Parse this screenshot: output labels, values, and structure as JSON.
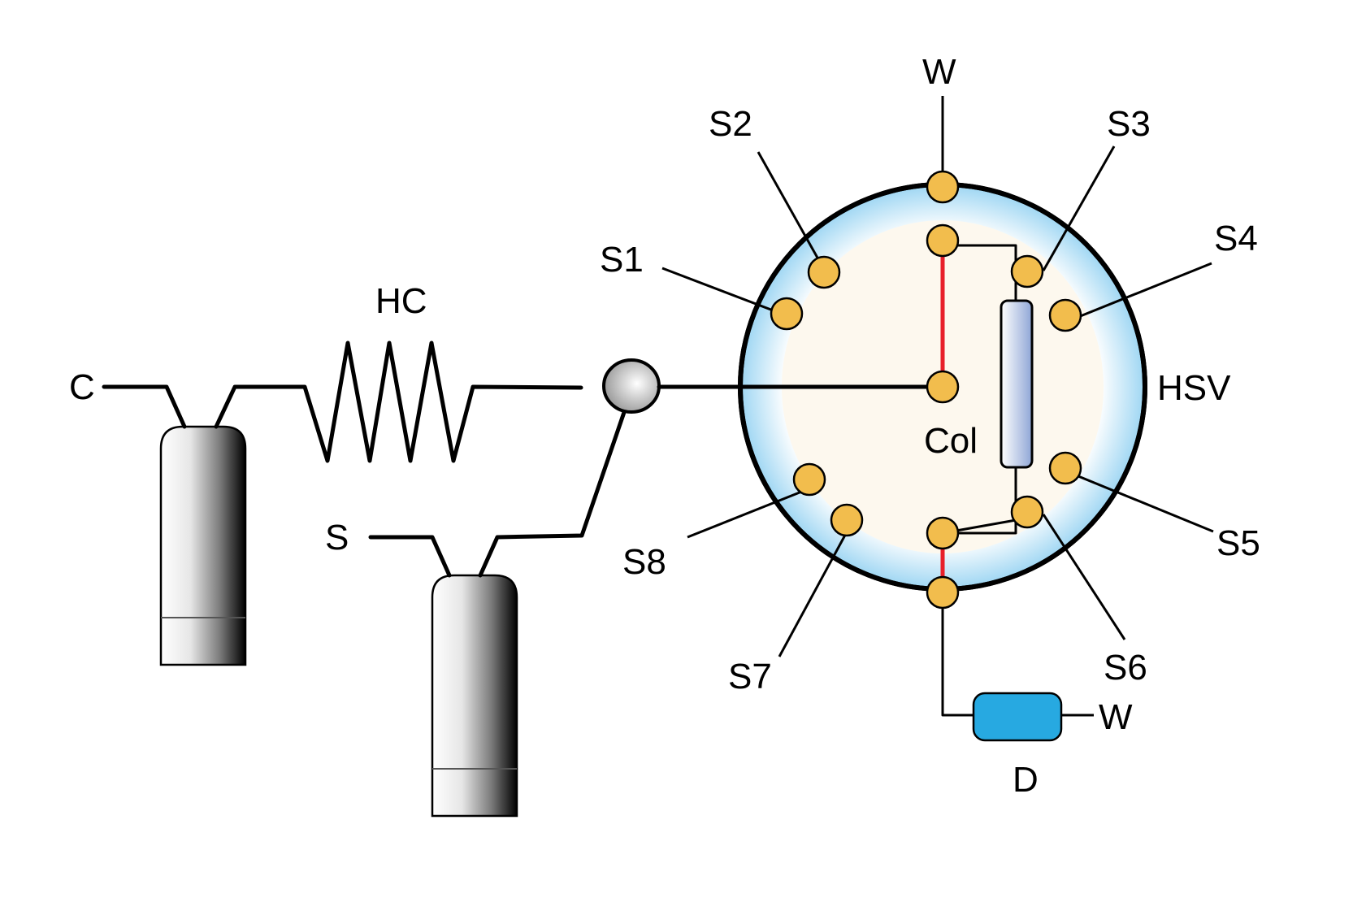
{
  "diagram": {
    "labels": {
      "carrier": "C",
      "sample": "S",
      "heating_coil": "HC",
      "valve": "HSV",
      "column": "Col",
      "detector": "D",
      "waste_top": "W",
      "waste_detector": "W",
      "ports": [
        "S1",
        "S2",
        "S3",
        "S4",
        "S5",
        "S6",
        "S7",
        "S8"
      ]
    },
    "colors": {
      "port_fill": "#f2bd4d",
      "valve_outer": "#a8dcf5",
      "valve_inner": "#fdf8ee",
      "active_path": "#e8202a",
      "detector_fill": "#27a9e1"
    }
  }
}
